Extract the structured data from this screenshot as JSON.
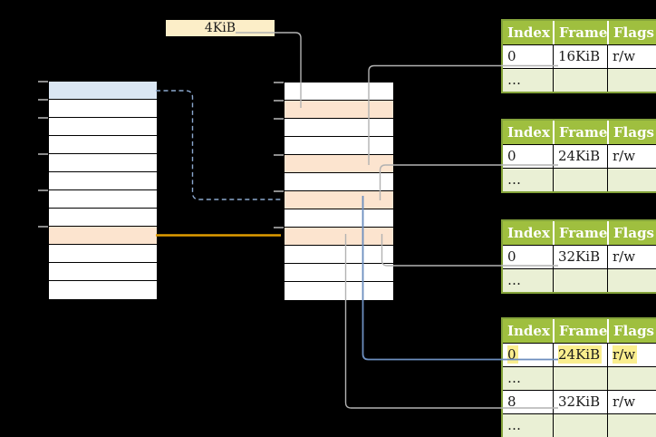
{
  "title": "paging-page-tables-diagram",
  "page_size_box": {
    "label": "4KiB"
  },
  "colors": {
    "background": "#000000",
    "cell_white": "#ffffff",
    "cell_blue": "#dae6f3",
    "cell_peach": "#fce4cf",
    "box_cream": "#fceec8",
    "header_green": "#9fbf3f",
    "row_green": "#eaf0d5",
    "table_border_green": "#85a43b",
    "highlight_yellow": "#faee8e",
    "line_gray": "#b2b2b2",
    "arrow_blue": "#6c8ebf",
    "arrow_blue_light": "#8ba7ce",
    "arrow_orange": "#e09c00",
    "tick_gray": "#8c8c8c",
    "text_black": "#1a1a1a",
    "text_white": "#ffffff"
  },
  "virtual_memory": {
    "rows": 12,
    "highlights": {
      "0": "blue",
      "8": "peach"
    },
    "ticks": [
      0,
      1,
      2,
      4,
      6,
      8
    ]
  },
  "physical_memory": {
    "rows": 12,
    "highlights": {
      "1": "peach",
      "4": "peach",
      "6": "peach",
      "8": "peach"
    },
    "ticks": [
      0,
      1,
      2,
      4,
      6,
      8
    ]
  },
  "page_tables": {
    "headers": [
      "Index",
      "Frame",
      "Flags"
    ],
    "tables": [
      {
        "id": "page-table-16kib",
        "rows": [
          {
            "cells": [
              "0",
              "16KiB",
              "r/w"
            ],
            "shade": false,
            "highlight": false
          },
          {
            "cells": [
              "…",
              "",
              ""
            ],
            "shade": true,
            "highlight": false
          }
        ]
      },
      {
        "id": "page-table-24kib",
        "rows": [
          {
            "cells": [
              "0",
              "24KiB",
              "r/w"
            ],
            "shade": false,
            "highlight": false
          },
          {
            "cells": [
              "…",
              "",
              ""
            ],
            "shade": true,
            "highlight": false
          }
        ]
      },
      {
        "id": "page-table-32kib",
        "rows": [
          {
            "cells": [
              "0",
              "32KiB",
              "r/w"
            ],
            "shade": false,
            "highlight": false
          },
          {
            "cells": [
              "…",
              "",
              ""
            ],
            "shade": true,
            "highlight": false
          }
        ]
      },
      {
        "id": "page-table-level2",
        "rows": [
          {
            "cells": [
              "0",
              "24KiB",
              "r/w"
            ],
            "shade": false,
            "highlight": true
          },
          {
            "cells": [
              "…",
              "",
              ""
            ],
            "shade": true,
            "highlight": false
          },
          {
            "cells": [
              "8",
              "32KiB",
              "r/w"
            ],
            "shade": false,
            "highlight": false
          },
          {
            "cells": [
              "…",
              "",
              ""
            ],
            "shade": true,
            "highlight": false
          }
        ]
      }
    ]
  }
}
